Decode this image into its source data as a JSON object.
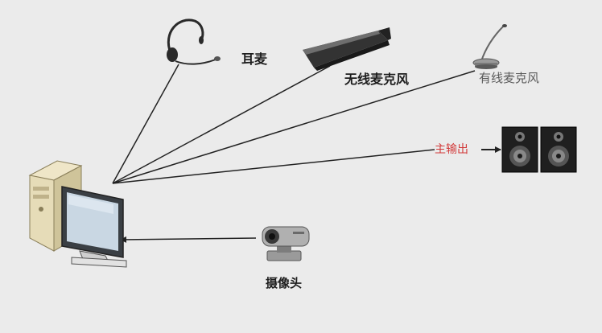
{
  "labels": {
    "headset": "耳麦",
    "wireless_mic": "无线麦克风",
    "wired_mic": "有线麦克风",
    "main_output": "主输出",
    "camera": "摄像头"
  },
  "colors": {
    "background": "#ebebeb",
    "line": "#222222",
    "output_label": "#d23a3a"
  },
  "icons": {
    "computer": "computer-icon",
    "headset": "headset-icon",
    "wireless_mic": "wireless-mic-icon",
    "wired_mic": "gooseneck-mic-icon",
    "speakers": "speaker-icon",
    "camera": "camera-icon"
  }
}
